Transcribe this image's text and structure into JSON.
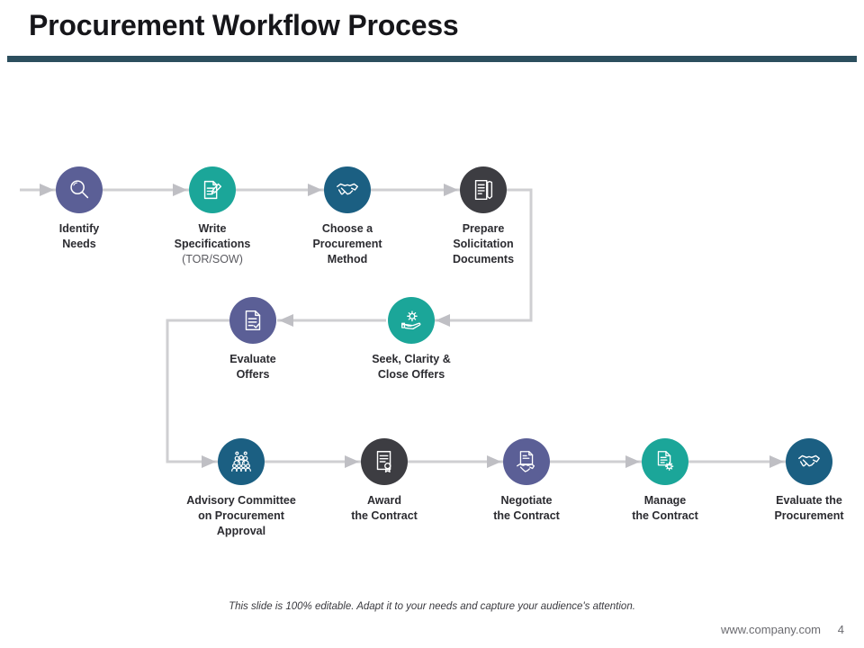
{
  "header": {
    "title": "Procurement Workflow Process",
    "rule_color": "#2c4f5e"
  },
  "palette": {
    "purple": "#5b5f96",
    "teal": "#1ba699",
    "steel_blue": "#1b5f82",
    "charcoal": "#3d3d42",
    "connector": "#cfcfd2",
    "arrow": "#bfbfc4"
  },
  "diagram": {
    "type": "process-flow",
    "rows": [
      {
        "name": "row-1",
        "direction": "left-to-right",
        "nodes": [
          {
            "label": "Identify\nNeeds",
            "sublabel": "",
            "color_key": "purple",
            "icon": "magnifier-icon"
          },
          {
            "label": "Write\nSpecifications",
            "sublabel": "(TOR/SOW)",
            "color_key": "teal",
            "icon": "document-pen-icon"
          },
          {
            "label": "Choose a\nProcurement\nMethod",
            "sublabel": "",
            "color_key": "steel_blue",
            "icon": "handshake-icon"
          },
          {
            "label": "Prepare\nSolicitation\nDocuments",
            "sublabel": "",
            "color_key": "charcoal",
            "icon": "document-pencil-icon"
          }
        ]
      },
      {
        "name": "row-2",
        "direction": "right-to-left",
        "nodes": [
          {
            "label": "Evaluate\nOffers",
            "sublabel": "",
            "color_key": "purple",
            "icon": "checklist-icon"
          },
          {
            "label": "Seek, Clarity &\nClose Offers",
            "sublabel": "",
            "color_key": "teal",
            "icon": "gear-in-hand-icon"
          }
        ]
      },
      {
        "name": "row-3",
        "direction": "left-to-right",
        "nodes": [
          {
            "label": "Advisory Committee\non Procurement\nApproval",
            "sublabel": "",
            "color_key": "steel_blue",
            "icon": "people-group-icon"
          },
          {
            "label": "Award\nthe Contract",
            "sublabel": "",
            "color_key": "charcoal",
            "icon": "certificate-icon"
          },
          {
            "label": "Negotiate\nthe Contract",
            "sublabel": "",
            "color_key": "purple",
            "icon": "document-handshake-icon"
          },
          {
            "label": "Manage\nthe Contract",
            "sublabel": "",
            "color_key": "teal",
            "icon": "document-gear-icon"
          },
          {
            "label": "Evaluate the\nProcurement",
            "sublabel": "",
            "color_key": "steel_blue",
            "icon": "handshake-icon"
          }
        ]
      }
    ]
  },
  "footer": {
    "editable_note": "This slide is 100% editable. Adapt it to your needs and capture your audience's attention.",
    "site_url": "www.company.com",
    "page_number": "4"
  }
}
